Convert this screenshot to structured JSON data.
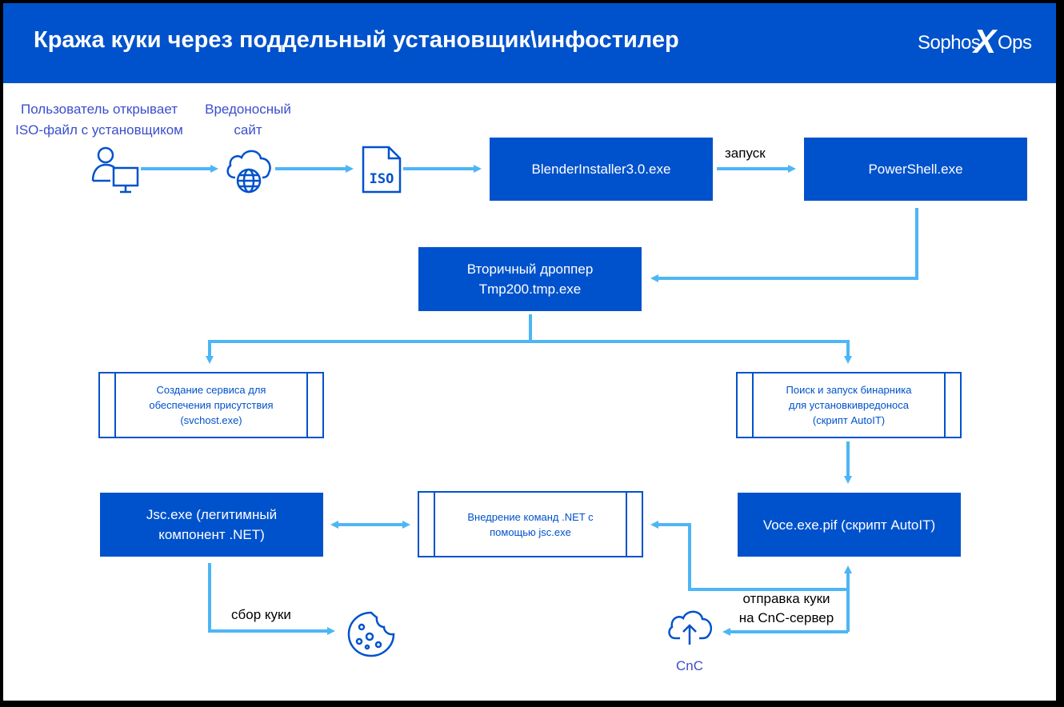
{
  "header": {
    "title": "Кража куки через поддельный установщик\\инфостилер",
    "logo_left": "Sophos",
    "logo_x": "X",
    "logo_right": "Ops"
  },
  "captions": {
    "user": [
      "Пользователь открывает",
      "ISO-файл с установщиком"
    ],
    "site": [
      "Вредоносный",
      "сайт"
    ],
    "cnc": "CnC"
  },
  "iso_label": "ISO",
  "nodes": {
    "blender": "BlenderInstaller3.0.exe",
    "powershell": "PowerShell.exe",
    "dropper": [
      "Вторичный дроппер",
      "Tmp200.tmp.exe"
    ],
    "service": [
      "Создание сервиса для",
      "обеспечения  присутствия",
      "(svchost.exe)"
    ],
    "search": [
      "Поиск и запуск бинарника",
      "для установкивредоноса",
      "(скрипт AutoIT)"
    ],
    "jsc": [
      "Jsc.exe (легитимный",
      "компонент .NET)"
    ],
    "inject": [
      "Внедрение команд .NET с",
      "помощью jsc.exe"
    ],
    "voce": "Voce.exe.pif (скрипт AutoIT)"
  },
  "edge_labels": {
    "launch": "запуск",
    "collect": "сбор куки",
    "send": [
      "отправка куки",
      "на CnC-сервер"
    ]
  },
  "icons": [
    "user-computer-icon",
    "cloud-globe-icon",
    "iso-file-icon",
    "cookie-icon",
    "cloud-upload-icon"
  ],
  "colors": {
    "header": "#0052cc",
    "box": "#0052cc",
    "arrow": "#4db6f5",
    "caption": "#3a4fcc"
  }
}
